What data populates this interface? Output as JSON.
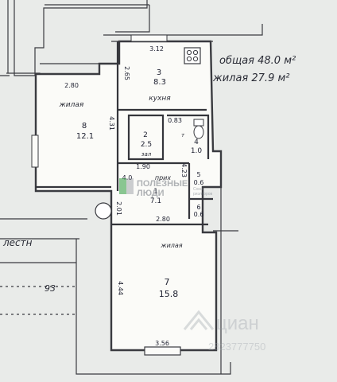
{
  "totals": {
    "total_area": "общая 48.0 м²",
    "living_area": "жилая 27.9 м²"
  },
  "rooms": [
    {
      "number": "3",
      "area": "8.3",
      "name": "кухня"
    },
    {
      "number": "8",
      "area": "12.1",
      "name": "жилая"
    },
    {
      "number": "2",
      "area": "2.5",
      "name": "зал"
    },
    {
      "number": "4",
      "area": "1.0",
      "name": "т"
    },
    {
      "number": "5",
      "area": "0.6",
      "name": ""
    },
    {
      "number": "1",
      "area": "7.1",
      "name": "прих"
    },
    {
      "number": "6",
      "area": "0.6",
      "name": ""
    },
    {
      "number": "7",
      "area": "15.8",
      "name": "жилая"
    }
  ],
  "dimensions": {
    "kitchen_width": "3.12",
    "kitchen_left": "2.65",
    "room8_top": "2.80",
    "room8_side": "4.31",
    "bath_top": "0.83",
    "hall_top": "1.90",
    "hall_left": "4.0",
    "hall_right": "4.23",
    "hall_bottom": "2.80",
    "hall_side": "2.01",
    "room7_side": "4.44",
    "room7_bottom": "3.56"
  },
  "side_notes": {
    "upper": "лестн",
    "lower": "93"
  },
  "watermarks": {
    "brand_line1": "ПОЛЕЗНЫЕ",
    "brand_line2": "ЛЮДИ",
    "brand_small1": "Союз",
    "brand_small2": "риэлторов",
    "listing_brand": "циан",
    "listing_id": "2823777750"
  },
  "colors": {
    "paper": "#fbfbf8",
    "ink": "#2a2c36",
    "logo_green": "#3fa34d",
    "logo_gray": "#8a8f98"
  }
}
